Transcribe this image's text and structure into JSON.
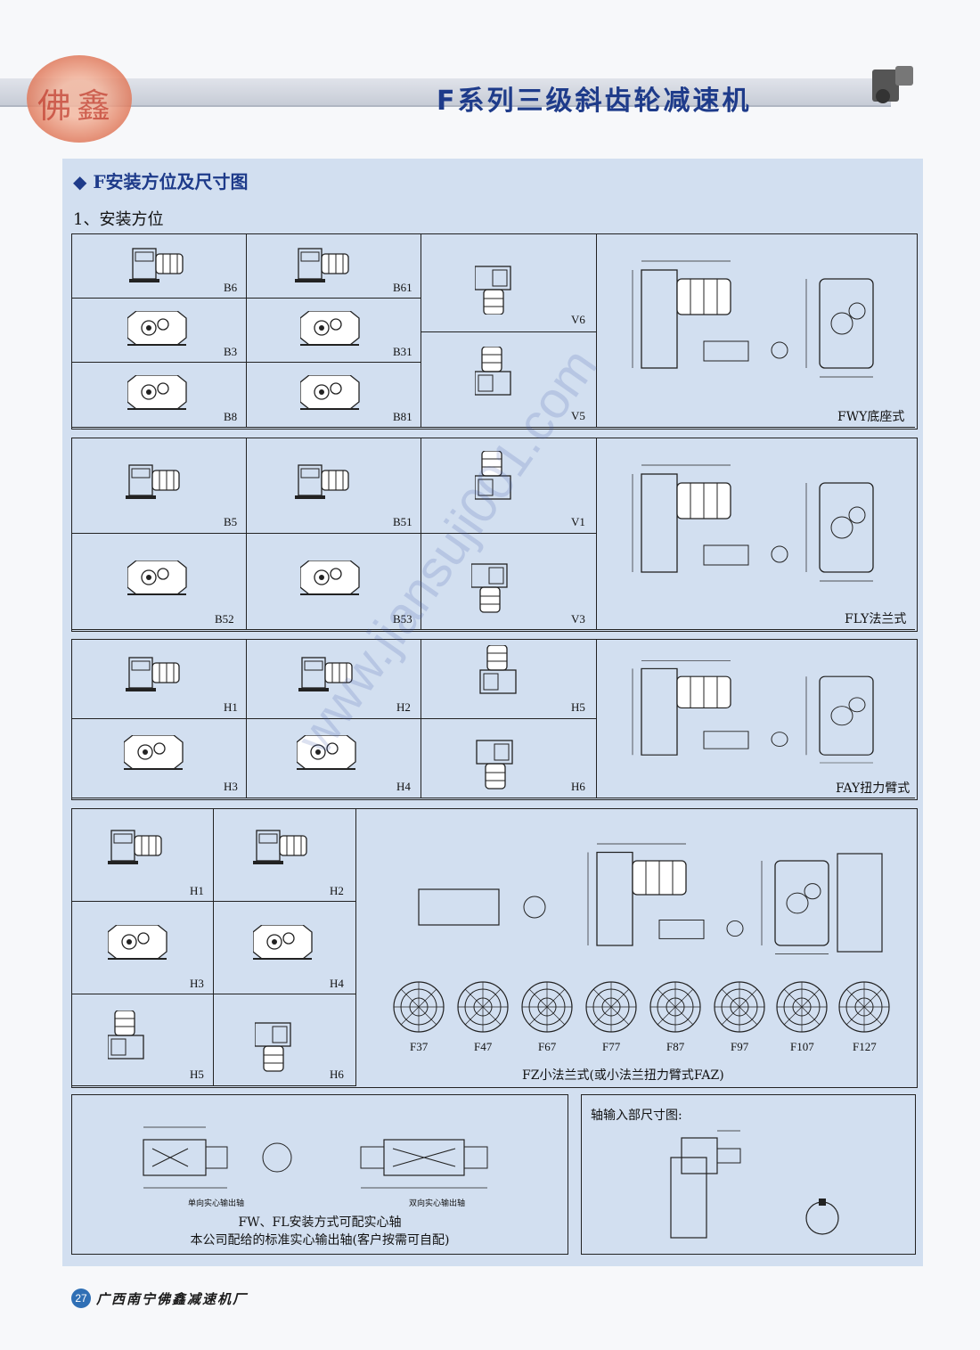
{
  "header": {
    "title": "F系列三级斜齿轮减速机",
    "logo_text": "佛鑫"
  },
  "section": {
    "heading": "◆ F安装方位及尺寸图",
    "subheading": "1、安装方位"
  },
  "block1": {
    "labels": [
      "B6",
      "B61",
      "B3",
      "B31",
      "B8",
      "B81",
      "V6",
      "V5"
    ],
    "dim_caption": "FWY底座式"
  },
  "block2": {
    "labels": [
      "B5",
      "B51",
      "V1",
      "B52",
      "B53",
      "V3"
    ],
    "dim_caption": "FLY法兰式"
  },
  "block3": {
    "labels": [
      "H1",
      "H2",
      "H5",
      "H3",
      "H4",
      "H6"
    ],
    "dim_caption": "FAY扭力臂式"
  },
  "block4": {
    "labels": [
      "H1",
      "H2",
      "H3",
      "H4",
      "H5",
      "H6"
    ],
    "flange_labels": [
      "F37",
      "F47",
      "F67",
      "F77",
      "F87",
      "F97",
      "F107",
      "F127"
    ],
    "dim_caption": "FZ小法兰式(或小法兰扭力臂式FAZ)"
  },
  "block5": {
    "left_sub1": "单向实心输出轴",
    "left_sub2": "双向实心输出轴",
    "left_caption1": "FW、FL安装方式可配实心轴",
    "left_caption2": "本公司配给的标准实心输出轴(客户按需可自配)",
    "right_title": "轴输入部尺寸图:"
  },
  "footer": {
    "page_number": "27",
    "company": "广西南宁佛鑫减速机厂"
  },
  "watermark": "www.jiansuji001.com"
}
